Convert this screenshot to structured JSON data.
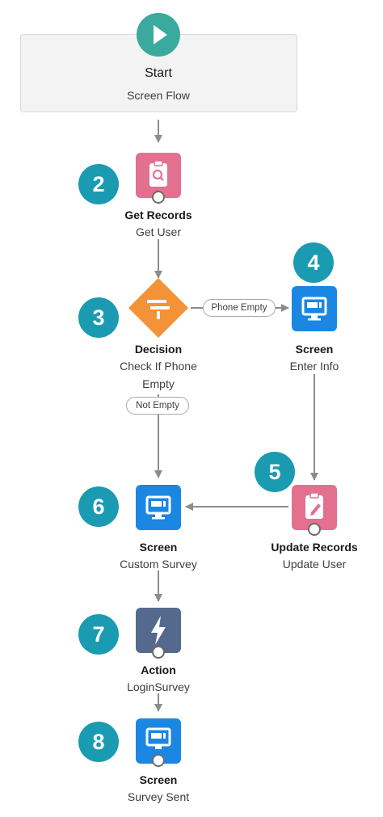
{
  "start": {
    "title": "Start",
    "subtitle": "Screen Flow"
  },
  "nodes": [
    {
      "badge": "2",
      "type": "Get Records",
      "label": "Get User",
      "icon": "get-records-icon",
      "color": "#e3708f"
    },
    {
      "badge": "3",
      "type": "Decision",
      "label": "Check If Phone Empty",
      "label_lines": [
        "Check If Phone",
        "Empty"
      ],
      "icon": "decision-icon",
      "color": "#f39237"
    },
    {
      "badge": "4",
      "type": "Screen",
      "label": "Enter Info",
      "icon": "screen-icon",
      "color": "#1b87e2"
    },
    {
      "badge": "5",
      "type": "Update Records",
      "label": "Update User",
      "icon": "update-records-icon",
      "color": "#e3708f"
    },
    {
      "badge": "6",
      "type": "Screen",
      "label": "Custom Survey",
      "icon": "screen-icon",
      "color": "#1b87e2"
    },
    {
      "badge": "7",
      "type": "Action",
      "label": "LoginSurvey",
      "icon": "action-icon",
      "color": "#55698f"
    },
    {
      "badge": "8",
      "type": "Screen",
      "label": "Survey Sent",
      "icon": "screen-icon",
      "color": "#1b87e2"
    }
  ],
  "connectors": {
    "phone_empty": "Phone Empty",
    "not_empty": "Not Empty"
  },
  "colors": {
    "badge": "#1a9bb1",
    "start": "#3aa99e",
    "connector": "#8c8c8c"
  }
}
